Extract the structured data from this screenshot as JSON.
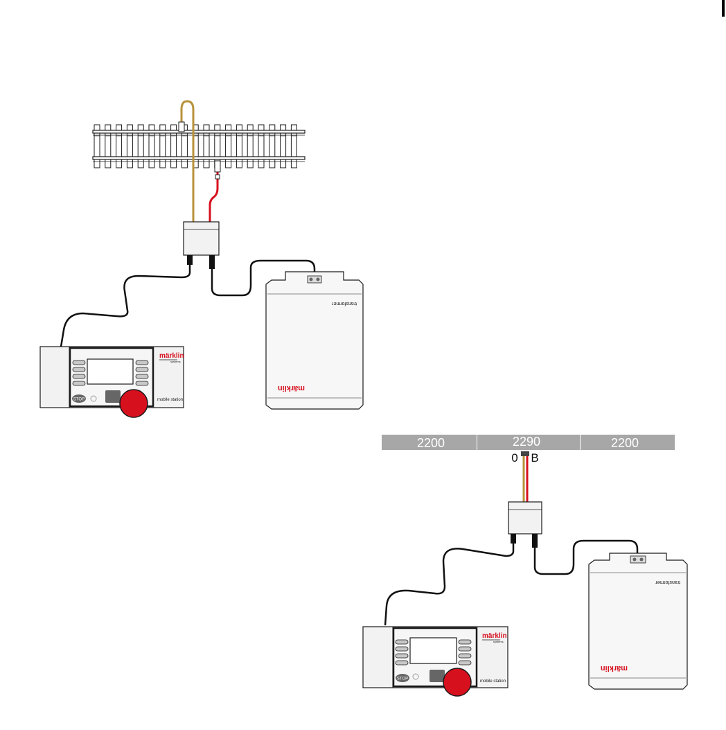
{
  "colors": {
    "brand_red": "#d7101e",
    "wire_brown": "#b8923a",
    "wire_red": "#d7101e",
    "device_body": "#f2f2f2",
    "outline": "#1a1a1a",
    "track_bar": "#a7a7a7"
  },
  "mobile_station_1": {
    "brand": "märklin",
    "brand_sub": "systems",
    "label": "mobile station",
    "stop_label": "STOP"
  },
  "transformer_1": {
    "label": "transformer",
    "brand": "märklin"
  },
  "track_segments": [
    {
      "label": "2200"
    },
    {
      "label": "2290"
    },
    {
      "label": "2200"
    }
  ],
  "terminals": {
    "ground": "0",
    "power": "B"
  },
  "mobile_station_2": {
    "brand": "märklin",
    "brand_sub": "systems",
    "label": "mobile station",
    "stop_label": "STOP"
  },
  "transformer_2": {
    "label": "transformer",
    "brand": "märklin"
  }
}
